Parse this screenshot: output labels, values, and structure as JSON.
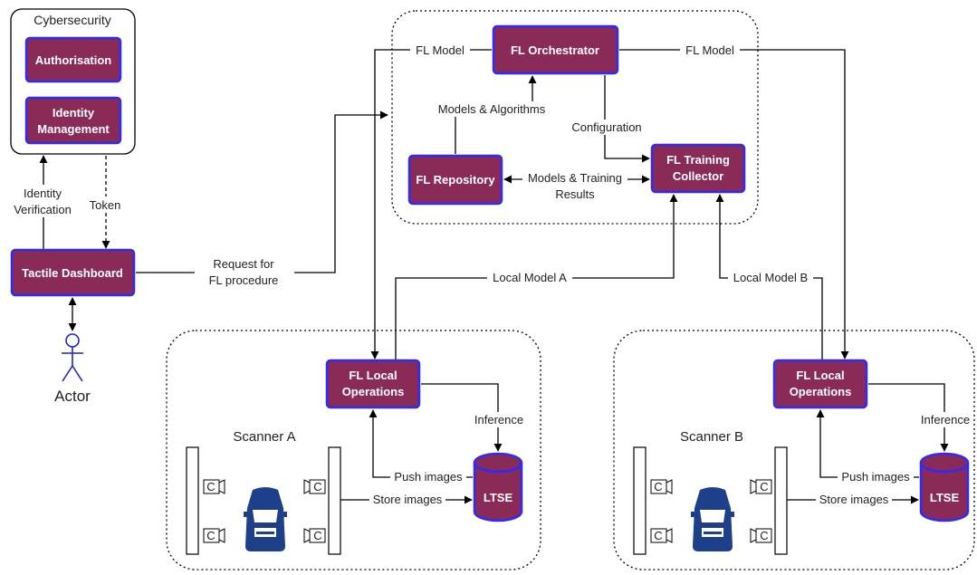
{
  "colors": {
    "box_fill": "#8a2b57",
    "box_border": "#2b2bff",
    "text_on_box": "#ffffff",
    "line": "#000000",
    "car": "#1e3f8a",
    "actor": "#2020e0"
  },
  "cybersecurity": {
    "title": "Cybersecurity",
    "authorisation": "Authorisation",
    "identity_management": [
      "Identity",
      "Management"
    ]
  },
  "dashboard": {
    "label": "Tactile Dashboard"
  },
  "actor": {
    "label": "Actor"
  },
  "server": {
    "orchestrator": "FL Orchestrator",
    "repository": "FL Repository",
    "training_collector": [
      "FL Training",
      "Collector"
    ]
  },
  "edges": {
    "identity_verification": [
      "Identity",
      "Verification"
    ],
    "token": "Token",
    "request": [
      "Request for",
      "FL procedure"
    ],
    "fl_model_left": "FL Model",
    "fl_model_right": "FL Model",
    "models_algorithms": "Models & Algorithms",
    "configuration": "Configuration",
    "models_training": [
      "Models & Training",
      "Results"
    ],
    "local_model_a": "Local Model A",
    "local_model_b": "Local Model B"
  },
  "scanner_a": {
    "title": "Scanner A",
    "local_ops": [
      "FL Local",
      "Operations"
    ],
    "ltse": "LTSE",
    "inference": "Inference",
    "push": "Push images",
    "store": "Store images",
    "camera": "C"
  },
  "scanner_b": {
    "title": "Scanner B",
    "local_ops": [
      "FL Local",
      "Operations"
    ],
    "ltse": "LTSE",
    "inference": "Inference",
    "push": "Push images",
    "store": "Store images",
    "camera": "C"
  }
}
